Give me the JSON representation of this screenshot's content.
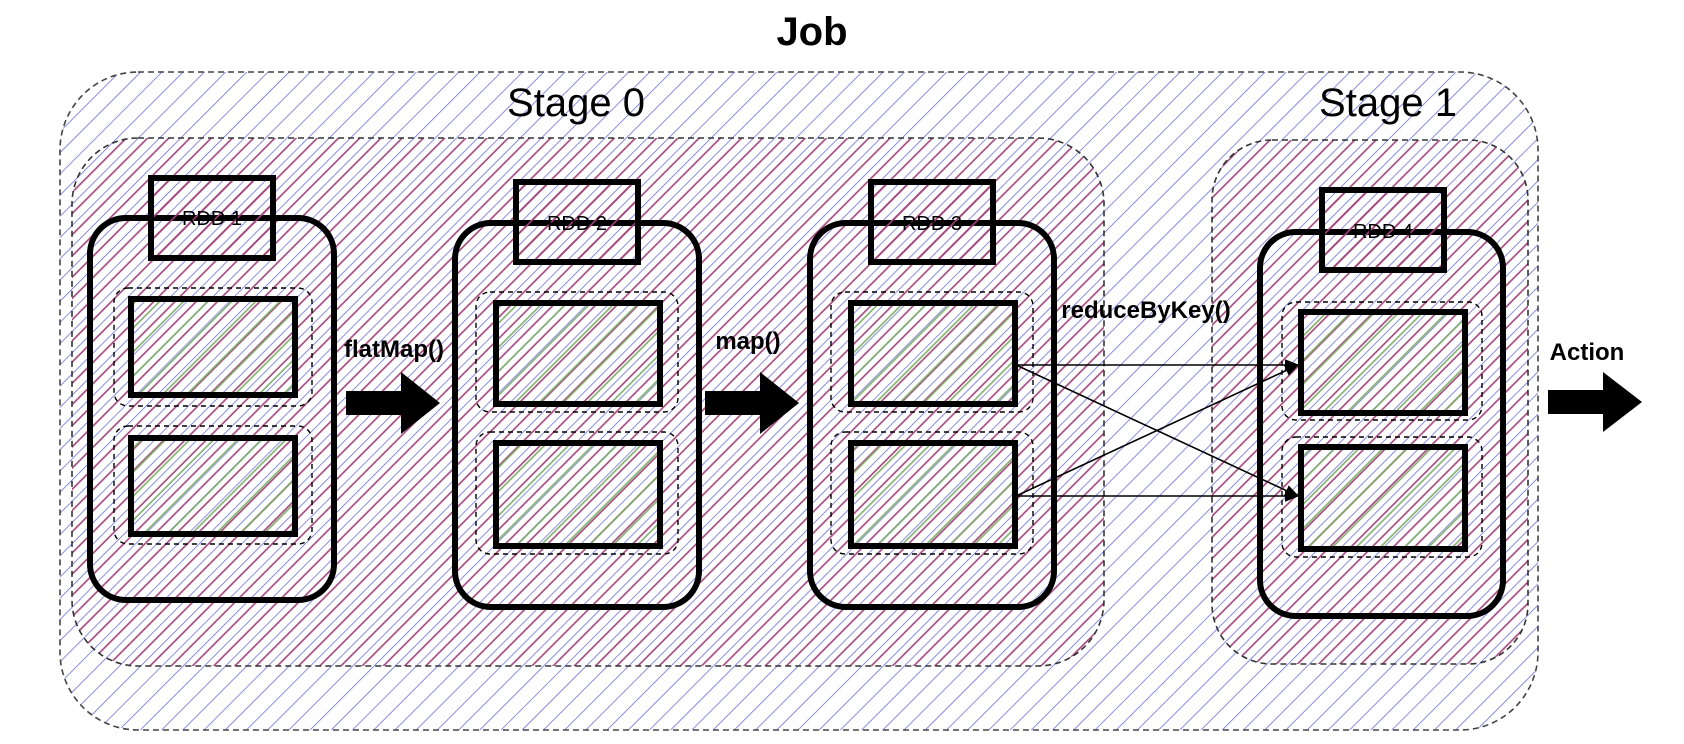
{
  "diagram": {
    "title": "Job",
    "stages": [
      {
        "label": "Stage 0"
      },
      {
        "label": "Stage 1"
      }
    ],
    "rdds": [
      {
        "label": "RDD 1"
      },
      {
        "label": "RDD 2"
      },
      {
        "label": "RDD 3"
      },
      {
        "label": "RDD 4"
      }
    ],
    "operations": {
      "flatMap": "flatMap()",
      "map": "map()",
      "reduceByKey": "reduceByKey()",
      "action": "Action"
    },
    "colors": {
      "job_hatch": "#6b72d8",
      "stage_hatch": "#a1437a",
      "partition_hatch": "#7fae6b",
      "outline": "#000000"
    }
  }
}
